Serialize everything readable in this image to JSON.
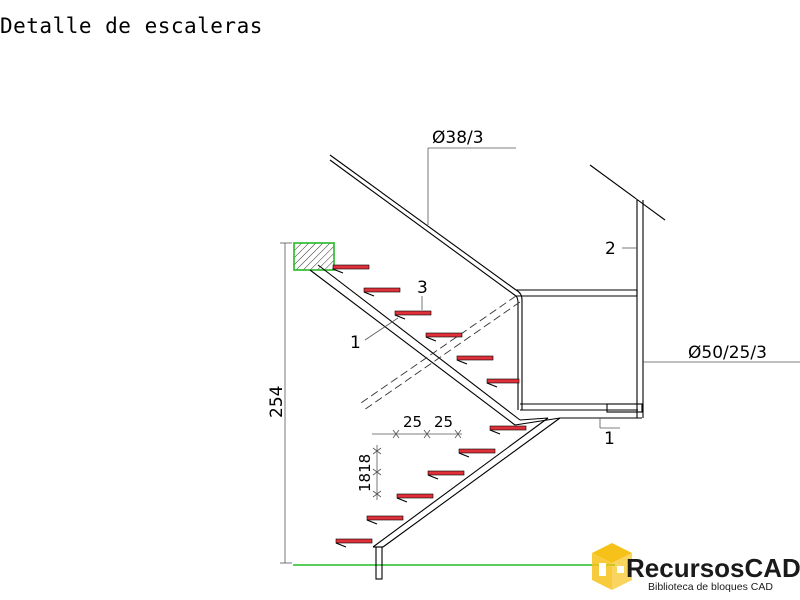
{
  "title": "Detalle de escaleras",
  "labels": {
    "handrail_tube": "Ø38/3",
    "post_tube": "Ø50/25/3",
    "part_1_upper": "1",
    "part_1_lower": "1",
    "part_2": "2",
    "part_3": "3",
    "height_dim": "254",
    "tread_dim_a": "25",
    "tread_dim_b": "25",
    "riser_dim": "1818"
  },
  "logo": {
    "name": "RecursosCAD",
    "tagline": "Biblioteca de bloques CAD"
  },
  "colors": {
    "tread_red": "#e0303a",
    "ground_green": "#22bb22",
    "logo_yellow": "#f6c21a"
  }
}
